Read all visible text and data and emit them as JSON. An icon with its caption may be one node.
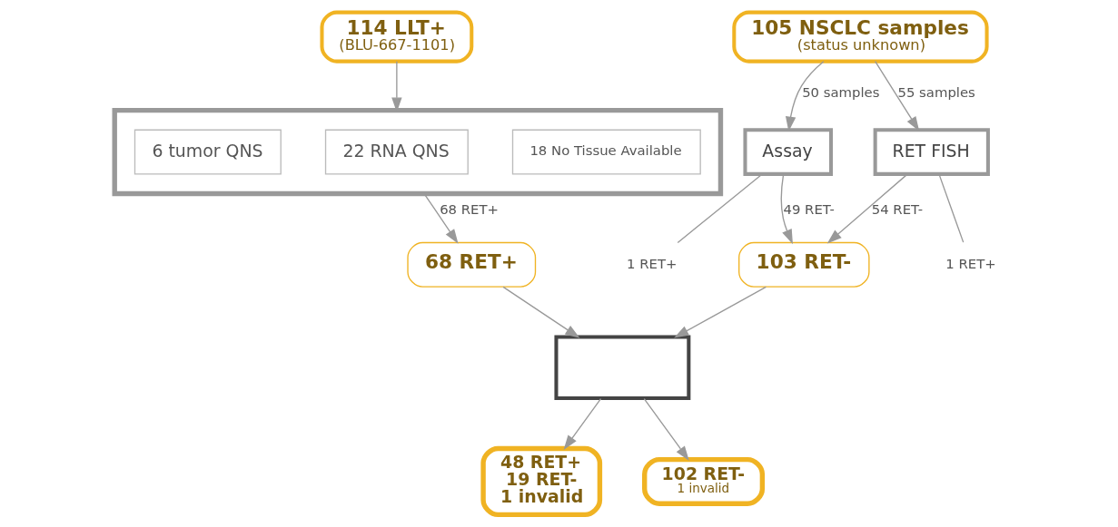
{
  "diagram": {
    "nodes": [
      {
        "text": [
          "114 LLT+",
          "(BLU-667-1101)"
        ]
      },
      {
        "text": [],
        "shape": "box"
      },
      {
        "text": [
          "18 No Tissue Available"
        ],
        "in": 1
      },
      {
        "text": [
          "22 RNA QNS"
        ],
        "in": 1
      },
      {
        "text": [
          "6 tumor QNS"
        ],
        "in": 1
      },
      {
        "text": [
          "105 NSCLC samples",
          "(status unknown)"
        ]
      },
      {
        "text": [
          "RET FISH"
        ]
      },
      {
        "text": [
          "Assay"
        ]
      },
      {
        "text": [
          "68 RET+"
        ]
      },
      {
        "text": [
          "103 RET-"
        ]
      },
      {
        "text": [],
        "shape": "box"
      },
      {
        "text": [
          "48 RET+",
          "19 RET-",
          "1 invalid"
        ]
      },
      {
        "text": [
          "102 RET-",
          "1 invalid"
        ]
      },
      {
        "text": [
          "1 RET+"
        ]
      },
      {
        "text": [
          "1 RET+"
        ]
      }
    ],
    "edges": [
      {
        "from": 0,
        "to": 1,
        "arrow": "to"
      },
      {
        "from": 1,
        "to": 8,
        "arrow": "to",
        "label": "68 RET+"
      },
      {
        "from": 5,
        "to": 6,
        "arrow": "to",
        "label": "55 samples"
      },
      {
        "from": 5,
        "to": 7,
        "arrow": "to",
        "label": "50 samples"
      },
      {
        "from": 6,
        "to": 13,
        "arrow": "none"
      },
      {
        "from": 6,
        "to": 9,
        "arrow": "to",
        "label": "54 RET-"
      },
      {
        "from": 7,
        "to": 14,
        "arrow": "none"
      },
      {
        "from": 7,
        "to": 9,
        "arrow": "to",
        "label": "49 RET-"
      },
      {
        "from": 8,
        "to": 10,
        "arrow": "to"
      },
      {
        "from": 9,
        "to": 10,
        "arrow": "to"
      },
      {
        "from": 10,
        "to": 11,
        "arrow": "to"
      },
      {
        "from": 10,
        "to": 12,
        "arrow": "to"
      }
    ]
  }
}
